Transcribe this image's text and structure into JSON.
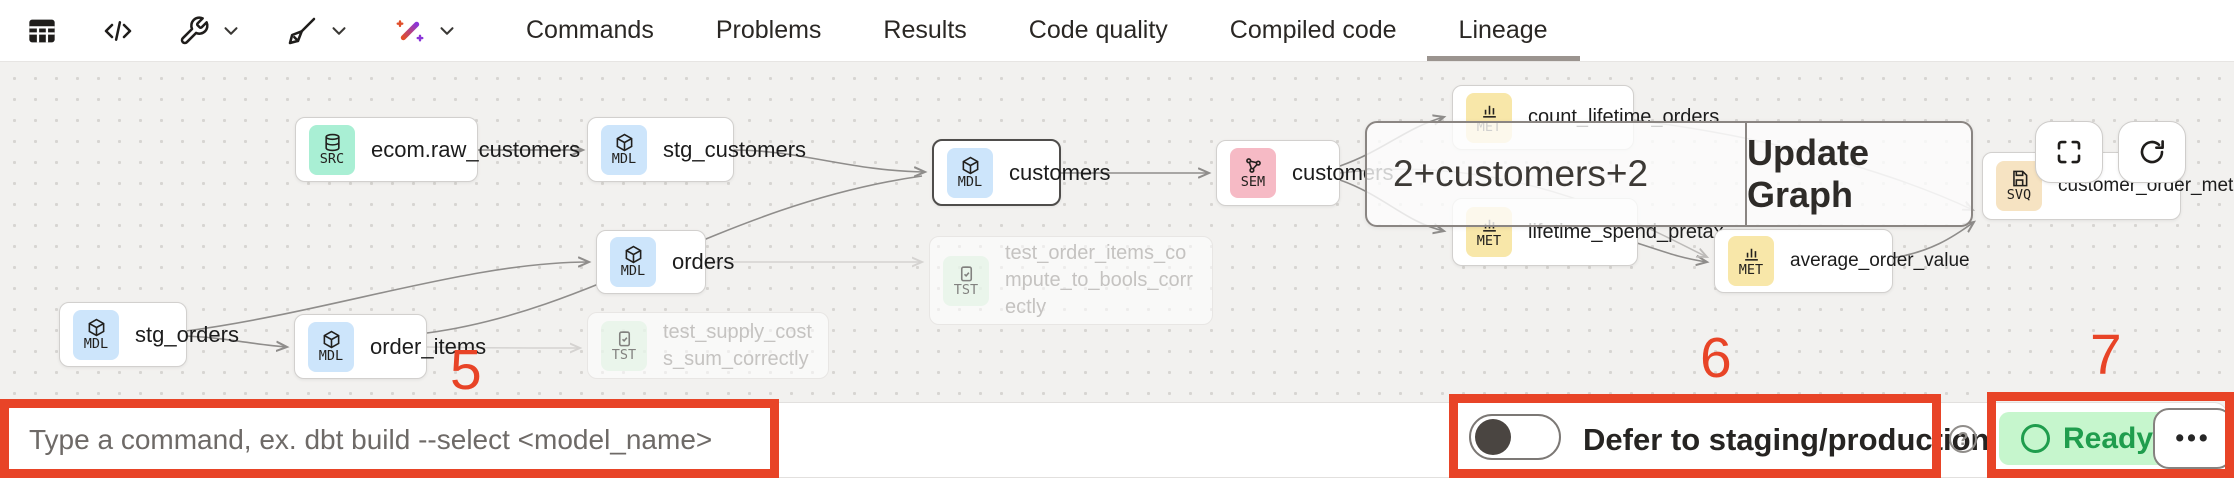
{
  "toolbar": {
    "icons": [
      {
        "name": "table-icon"
      },
      {
        "name": "code-icon"
      },
      {
        "name": "wrench-icon",
        "dropdown": true
      },
      {
        "name": "broom-icon",
        "dropdown": true
      },
      {
        "name": "magic-wand-icon",
        "dropdown": true
      }
    ],
    "tabs": [
      {
        "label": "Commands",
        "active": false
      },
      {
        "label": "Problems",
        "active": false
      },
      {
        "label": "Results",
        "active": false
      },
      {
        "label": "Code quality",
        "active": false
      },
      {
        "label": "Compiled code",
        "active": false
      },
      {
        "label": "Lineage",
        "active": true
      }
    ]
  },
  "graph": {
    "nodes": [
      {
        "label": "ecom.raw_customers",
        "type": "SRC"
      },
      {
        "label": "stg_customers",
        "type": "MDL"
      },
      {
        "label": "customers",
        "type": "MDL",
        "selected": true
      },
      {
        "label": "customers",
        "type": "SEM"
      },
      {
        "label": "stg_orders",
        "type": "MDL"
      },
      {
        "label": "order_items",
        "type": "MDL"
      },
      {
        "label": "orders",
        "type": "MDL"
      },
      {
        "label": "test_order_items_compute_to_bools_correctly",
        "type": "TST",
        "faded": true
      },
      {
        "label": "test_supply_costs_sum_correctly",
        "type": "TST",
        "faded": true
      },
      {
        "label": "count_lifetime_orders",
        "type": "MET"
      },
      {
        "label": "lifetime_spend_pretax",
        "type": "MET"
      },
      {
        "label": "average_order_value",
        "type": "MET"
      },
      {
        "label": "customer_order_metrics",
        "type": "SVQ"
      }
    ],
    "edges": [
      [
        "ecom.raw_customers",
        "stg_customers"
      ],
      [
        "stg_customers",
        "customers (MDL)"
      ],
      [
        "customers (MDL)",
        "customers (SEM)"
      ],
      [
        "stg_orders",
        "order_items"
      ],
      [
        "stg_orders",
        "orders"
      ],
      [
        "order_items",
        "customers (MDL)"
      ],
      [
        "orders",
        "test_order_items_compute_to_bools_correctly"
      ],
      [
        "order_items",
        "test_supply_costs_sum_correctly"
      ],
      [
        "customers (SEM)",
        "count_lifetime_orders"
      ],
      [
        "customers (SEM)",
        "lifetime_spend_pretax"
      ],
      [
        "customers (SEM)",
        "average_order_value"
      ],
      [
        "lifetime_spend_pretax",
        "average_order_value"
      ],
      [
        "count_lifetime_orders",
        "customer_order_metrics"
      ],
      [
        "average_order_value",
        "customer_order_metrics"
      ]
    ],
    "overlay": {
      "selector_value": "2+customers+2",
      "button_label": "Update Graph"
    },
    "controls": [
      {
        "name": "fit-view"
      },
      {
        "name": "refresh"
      }
    ]
  },
  "command_bar": {
    "placeholder": "Type a command, ex. dbt build --select <model_name>",
    "defer_label": "Defer to staging/production",
    "defer_state": "off",
    "help_glyph": "?",
    "status_label": "Ready",
    "more_glyph": "•••"
  },
  "annotations": {
    "n5": "5",
    "n6": "6",
    "n7": "7"
  },
  "colors": {
    "annotation_red": "#e84427",
    "ready_green": "#1f9d4d",
    "badge_src": "#a9efd4",
    "badge_mdl": "#cde5fb",
    "badge_sem": "#f6bac5",
    "badge_met": "#f8e7a9",
    "badge_tst": "#def3e1",
    "badge_svq": "#f6e3c2",
    "active_tab_underline": "#9b948f"
  }
}
